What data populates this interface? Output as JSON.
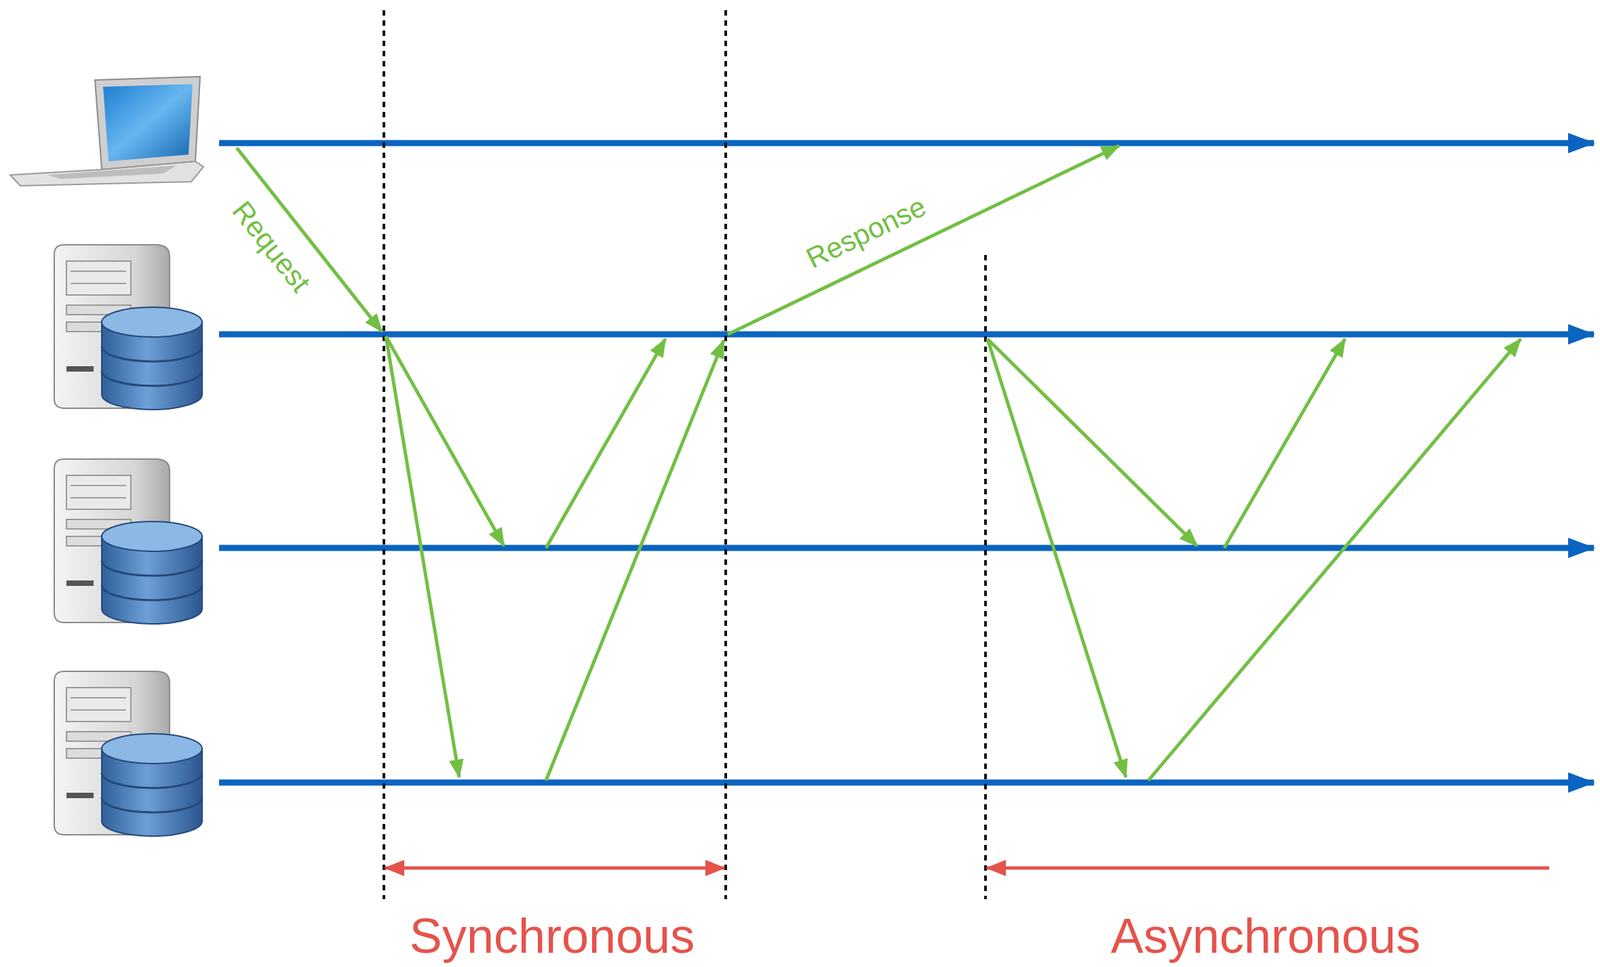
{
  "diagram": {
    "labels": [
      "Request",
      "Response",
      "Synchronous",
      "Asynchronous"
    ]
  }
}
